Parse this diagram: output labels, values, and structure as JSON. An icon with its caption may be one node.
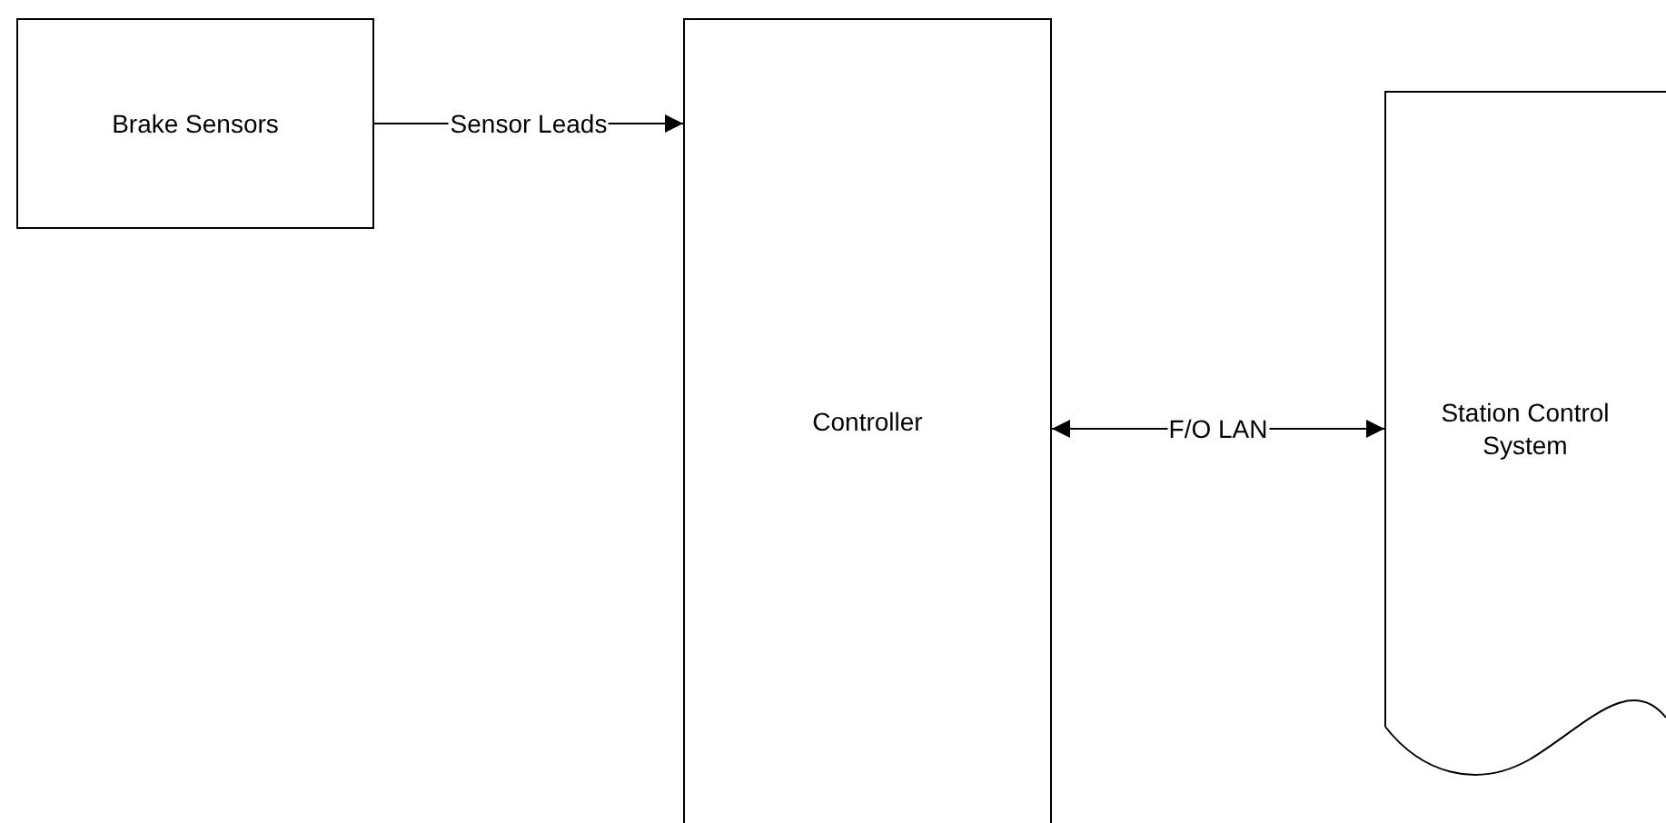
{
  "diagram": {
    "nodes": [
      {
        "text": [
          "Brake Sensors"
        ]
      },
      {
        "text": [
          "Controller"
        ]
      },
      {
        "text": [
          "Station Control System"
        ]
      }
    ],
    "edges": [
      {
        "from": 0,
        "to": 1,
        "arrow": "to",
        "label": "Sensor Leads"
      },
      {
        "from": 1,
        "to": 2,
        "arrow": "both",
        "label": "F/O LAN"
      }
    ]
  }
}
